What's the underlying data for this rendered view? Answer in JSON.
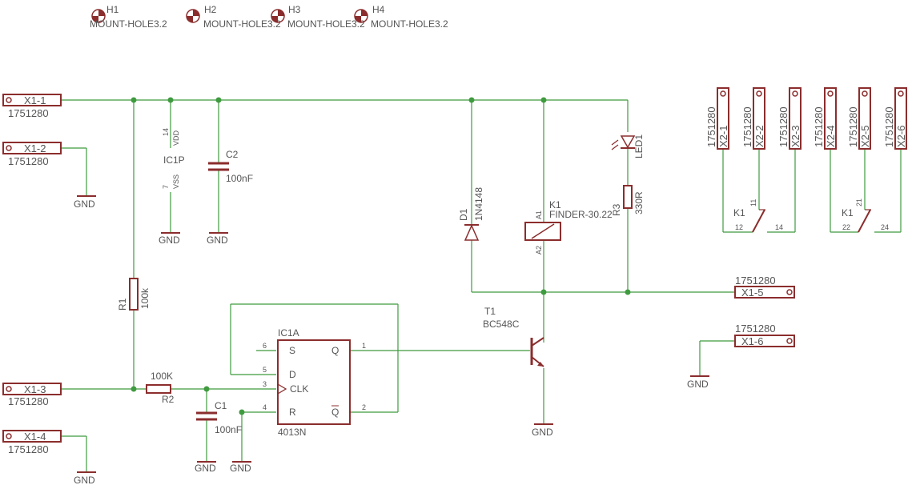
{
  "colors": {
    "wire": "#3f9b3f",
    "component": "#8b2d2d",
    "text": "#555555"
  },
  "mount_holes": [
    {
      "ref": "H1",
      "value": "MOUNT-HOLE3.2"
    },
    {
      "ref": "H2",
      "value": "MOUNT-HOLE3.2"
    },
    {
      "ref": "H3",
      "value": "MOUNT-HOLE3.2"
    },
    {
      "ref": "H4",
      "value": "MOUNT-HOLE3.2"
    }
  ],
  "connectors_left": [
    {
      "ref": "X1-1",
      "value": "1751280"
    },
    {
      "ref": "X1-2",
      "value": "1751280"
    },
    {
      "ref": "X1-3",
      "value": "1751280"
    },
    {
      "ref": "X1-4",
      "value": "1751280"
    }
  ],
  "connectors_right": [
    {
      "ref": "X1-5",
      "value": "1751280"
    },
    {
      "ref": "X1-6",
      "value": "1751280"
    }
  ],
  "connectors_top": [
    {
      "ref": "X2-1",
      "value": "1751280"
    },
    {
      "ref": "X2-2",
      "value": "1751280"
    },
    {
      "ref": "X2-3",
      "value": "1751280"
    },
    {
      "ref": "X2-4",
      "value": "1751280"
    },
    {
      "ref": "X2-5",
      "value": "1751280"
    },
    {
      "ref": "X2-6",
      "value": "1751280"
    }
  ],
  "gnd": "GND",
  "ic1p": {
    "ref": "IC1P",
    "pin_vdd": "14",
    "vdd": "VDD",
    "pin_vss": "7",
    "vss": "VSS"
  },
  "c1": {
    "ref": "C1",
    "value": "100nF"
  },
  "c2": {
    "ref": "C2",
    "value": "100nF"
  },
  "r1": {
    "ref": "R1",
    "value": "100k"
  },
  "r2": {
    "ref": "R2",
    "value": "100K"
  },
  "r3": {
    "ref": "R3",
    "value": "330R"
  },
  "d1": {
    "ref": "D1",
    "value": "1N4148"
  },
  "led1": {
    "ref": "LED1"
  },
  "k1": {
    "ref": "K1",
    "value": "FINDER-30.22",
    "pin_a1": "A1",
    "pin_a2": "A2"
  },
  "k1_switch_a": {
    "ref": "K1",
    "pin_11": "11",
    "pin_12": "12",
    "pin_14": "14"
  },
  "k1_switch_b": {
    "ref": "K1",
    "pin_21": "21",
    "pin_22": "22",
    "pin_24": "24"
  },
  "t1": {
    "ref": "T1",
    "value": "BC548C"
  },
  "ic1a": {
    "ref": "IC1A",
    "value": "4013N",
    "pin_s": "S",
    "pin_d": "D",
    "pin_clk": "CLK",
    "pin_r": "R",
    "pin_q": "Q",
    "pin_qbar": "Q",
    "num_s": "6",
    "num_d": "5",
    "num_clk": "3",
    "num_r": "4",
    "num_q": "1",
    "num_qbar": "2"
  }
}
